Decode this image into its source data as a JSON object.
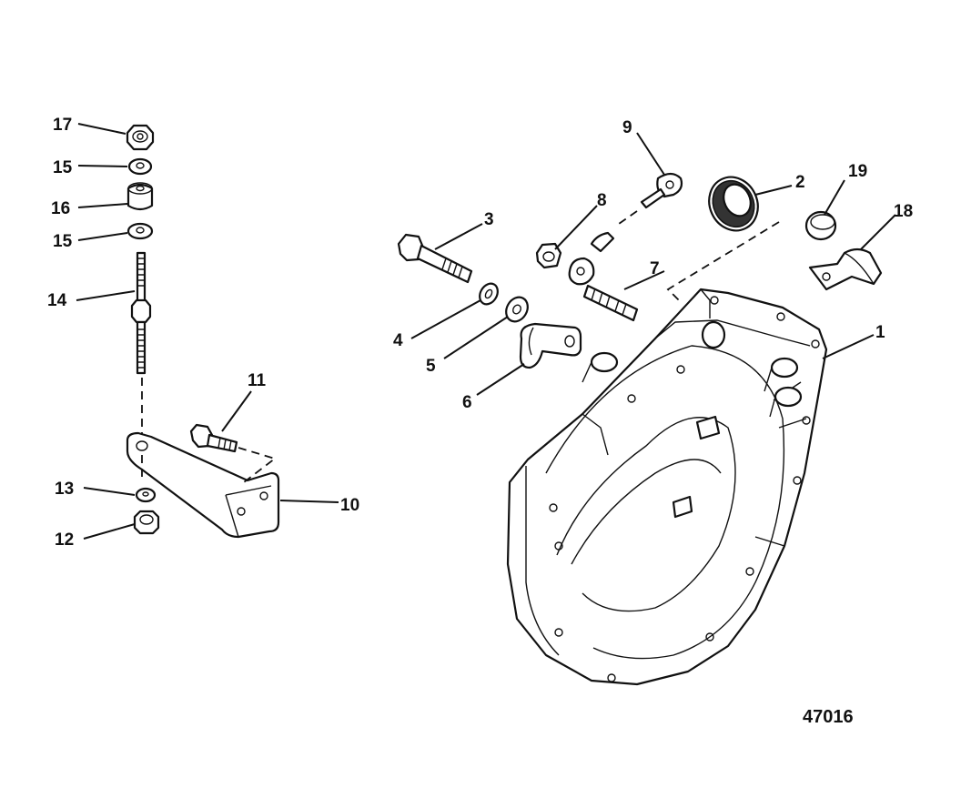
{
  "figure_number": "47016",
  "callouts": [
    {
      "id": "1",
      "text": "1"
    },
    {
      "id": "2",
      "text": "2"
    },
    {
      "id": "3",
      "text": "3"
    },
    {
      "id": "4",
      "text": "4"
    },
    {
      "id": "5",
      "text": "5"
    },
    {
      "id": "6",
      "text": "6"
    },
    {
      "id": "7",
      "text": "7"
    },
    {
      "id": "8",
      "text": "8"
    },
    {
      "id": "9",
      "text": "9"
    },
    {
      "id": "10",
      "text": "10"
    },
    {
      "id": "11",
      "text": "11"
    },
    {
      "id": "12",
      "text": "12"
    },
    {
      "id": "13",
      "text": "13"
    },
    {
      "id": "14",
      "text": "14"
    },
    {
      "id": "15a",
      "text": "15"
    },
    {
      "id": "15b",
      "text": "15"
    },
    {
      "id": "16",
      "text": "16"
    },
    {
      "id": "17",
      "text": "17"
    },
    {
      "id": "18",
      "text": "18"
    },
    {
      "id": "19",
      "text": "19"
    }
  ]
}
